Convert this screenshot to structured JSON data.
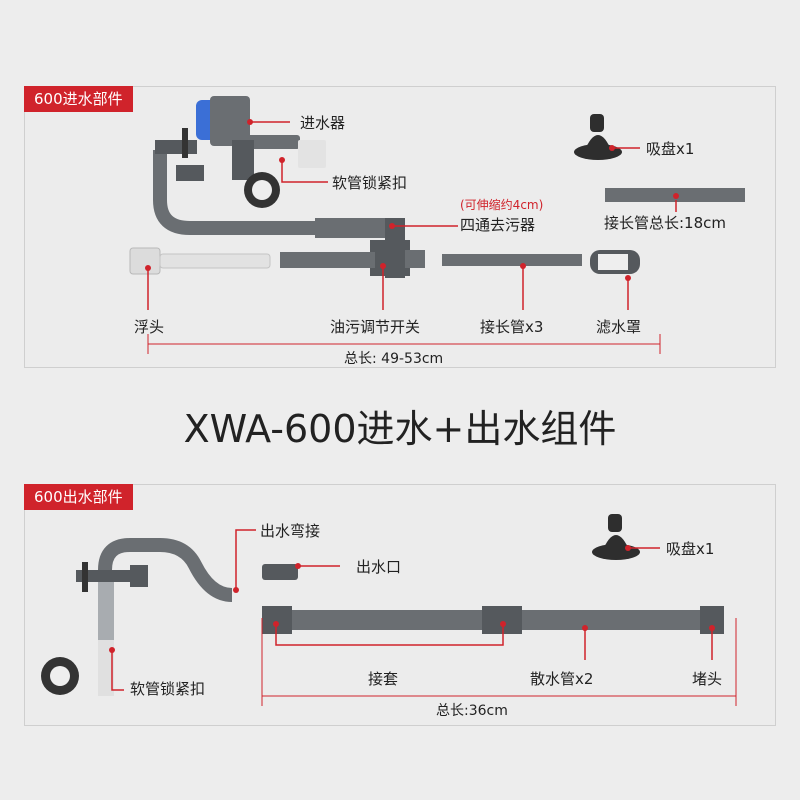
{
  "top_panel": {
    "tag": "600进水部件",
    "labels": {
      "inlet": "进水器",
      "hose_lock": "软管锁紧扣",
      "suction_cup": "吸盘x1",
      "stretch_note": "(可伸缩约4cm)",
      "four_way": "四通去污器",
      "ext_total": "接长管总长:18cm",
      "float": "浮头",
      "oil_switch": "油污调节开关",
      "ext_pipe": "接长管x3",
      "filter_cover": "滤水罩",
      "total_length": "总长: 49-53cm"
    }
  },
  "main_title": "XWA-600进水+出水组件",
  "bottom_panel": {
    "tag": "600出水部件",
    "labels": {
      "outlet_elbow": "出水弯接",
      "outlet": "出水口",
      "suction_cup": "吸盘x1",
      "hose_lock": "软管锁紧扣",
      "connector": "接套",
      "spray_pipe": "散水管x2",
      "end_cap": "堵头",
      "total_length": "总长:36cm"
    }
  },
  "colors": {
    "accent": "#d0232b",
    "pipe": "#6a6e72",
    "background": "#ededed"
  }
}
